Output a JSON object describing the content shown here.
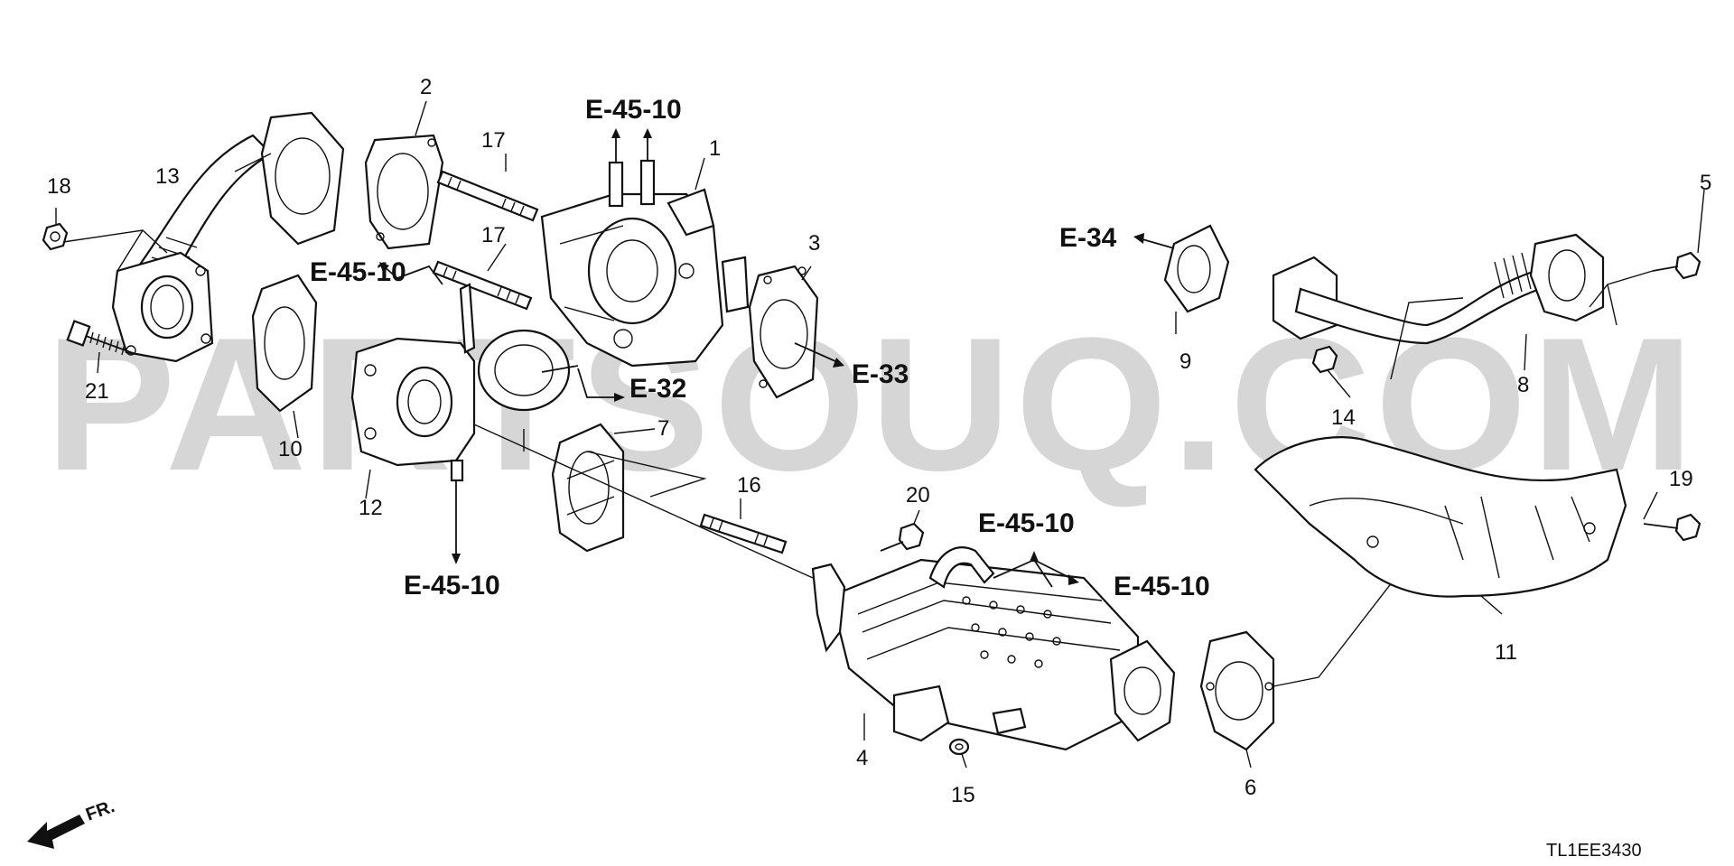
{
  "watermark": "PARTSOUQ.COM",
  "diagram_code": "TL1EE3430",
  "front_indicator": "FR.",
  "ref_labels": {
    "e4510_top": "E-45-10",
    "e4510_left": "E-45-10",
    "e4510_bottom": "E-45-10",
    "e4510_mid": "E-45-10",
    "e4510_right": "E-45-10",
    "e32": "E-32",
    "e33": "E-33",
    "e34": "E-34"
  },
  "callouts": {
    "p1": "1",
    "p2": "2",
    "p3": "3",
    "p4": "4",
    "p5": "5",
    "p6": "6",
    "p7": "7",
    "p8": "8",
    "p9": "9",
    "p10": "10",
    "p11": "11",
    "p12": "12",
    "p13": "13",
    "p14": "14",
    "p15": "15",
    "p16": "16",
    "p17a": "17",
    "p17b": "17",
    "p18": "18",
    "p19": "19",
    "p20": "20",
    "p21": "21"
  }
}
